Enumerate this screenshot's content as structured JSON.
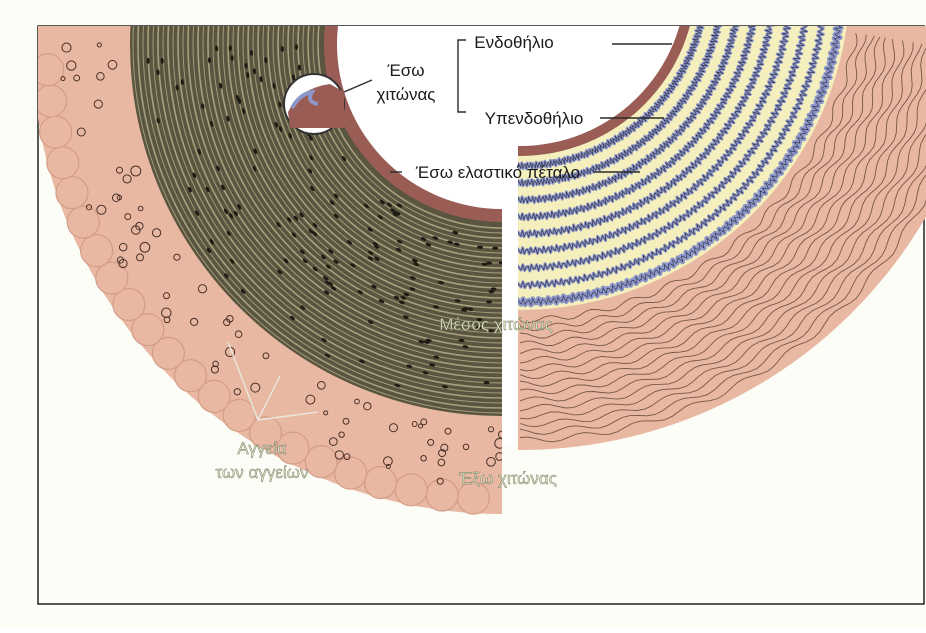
{
  "colors": {
    "page": "#fdfdf8",
    "frame": "#222222",
    "adventitia": "#e8b8a2",
    "adventitia_dark": "#d49c86",
    "media_left": "#5a5540",
    "media_left_light": "#c8c096",
    "media_right": "#f4efbd",
    "elastic": "#8c96c8",
    "intima": "#9a5d55",
    "label_dark": "#1a1a1a",
    "label_light": "#d9e6c8"
  },
  "labels": {
    "endothelium": "Ενδοθήλιο",
    "subendothelium": "Υπενδοθήλιο",
    "inner_tunic_line1": "Έσω",
    "inner_tunic_line2": "χιτώνας",
    "internal_elastic_lamina": "Έσω ελαστικό πέταλο",
    "tunica_media": "Μέσος χιτώνας",
    "vasa_vasorum_line1": "Αγγεία",
    "vasa_vasorum_line2": "των αγγείων",
    "tunica_externa": "Έξω χιτώνας"
  }
}
